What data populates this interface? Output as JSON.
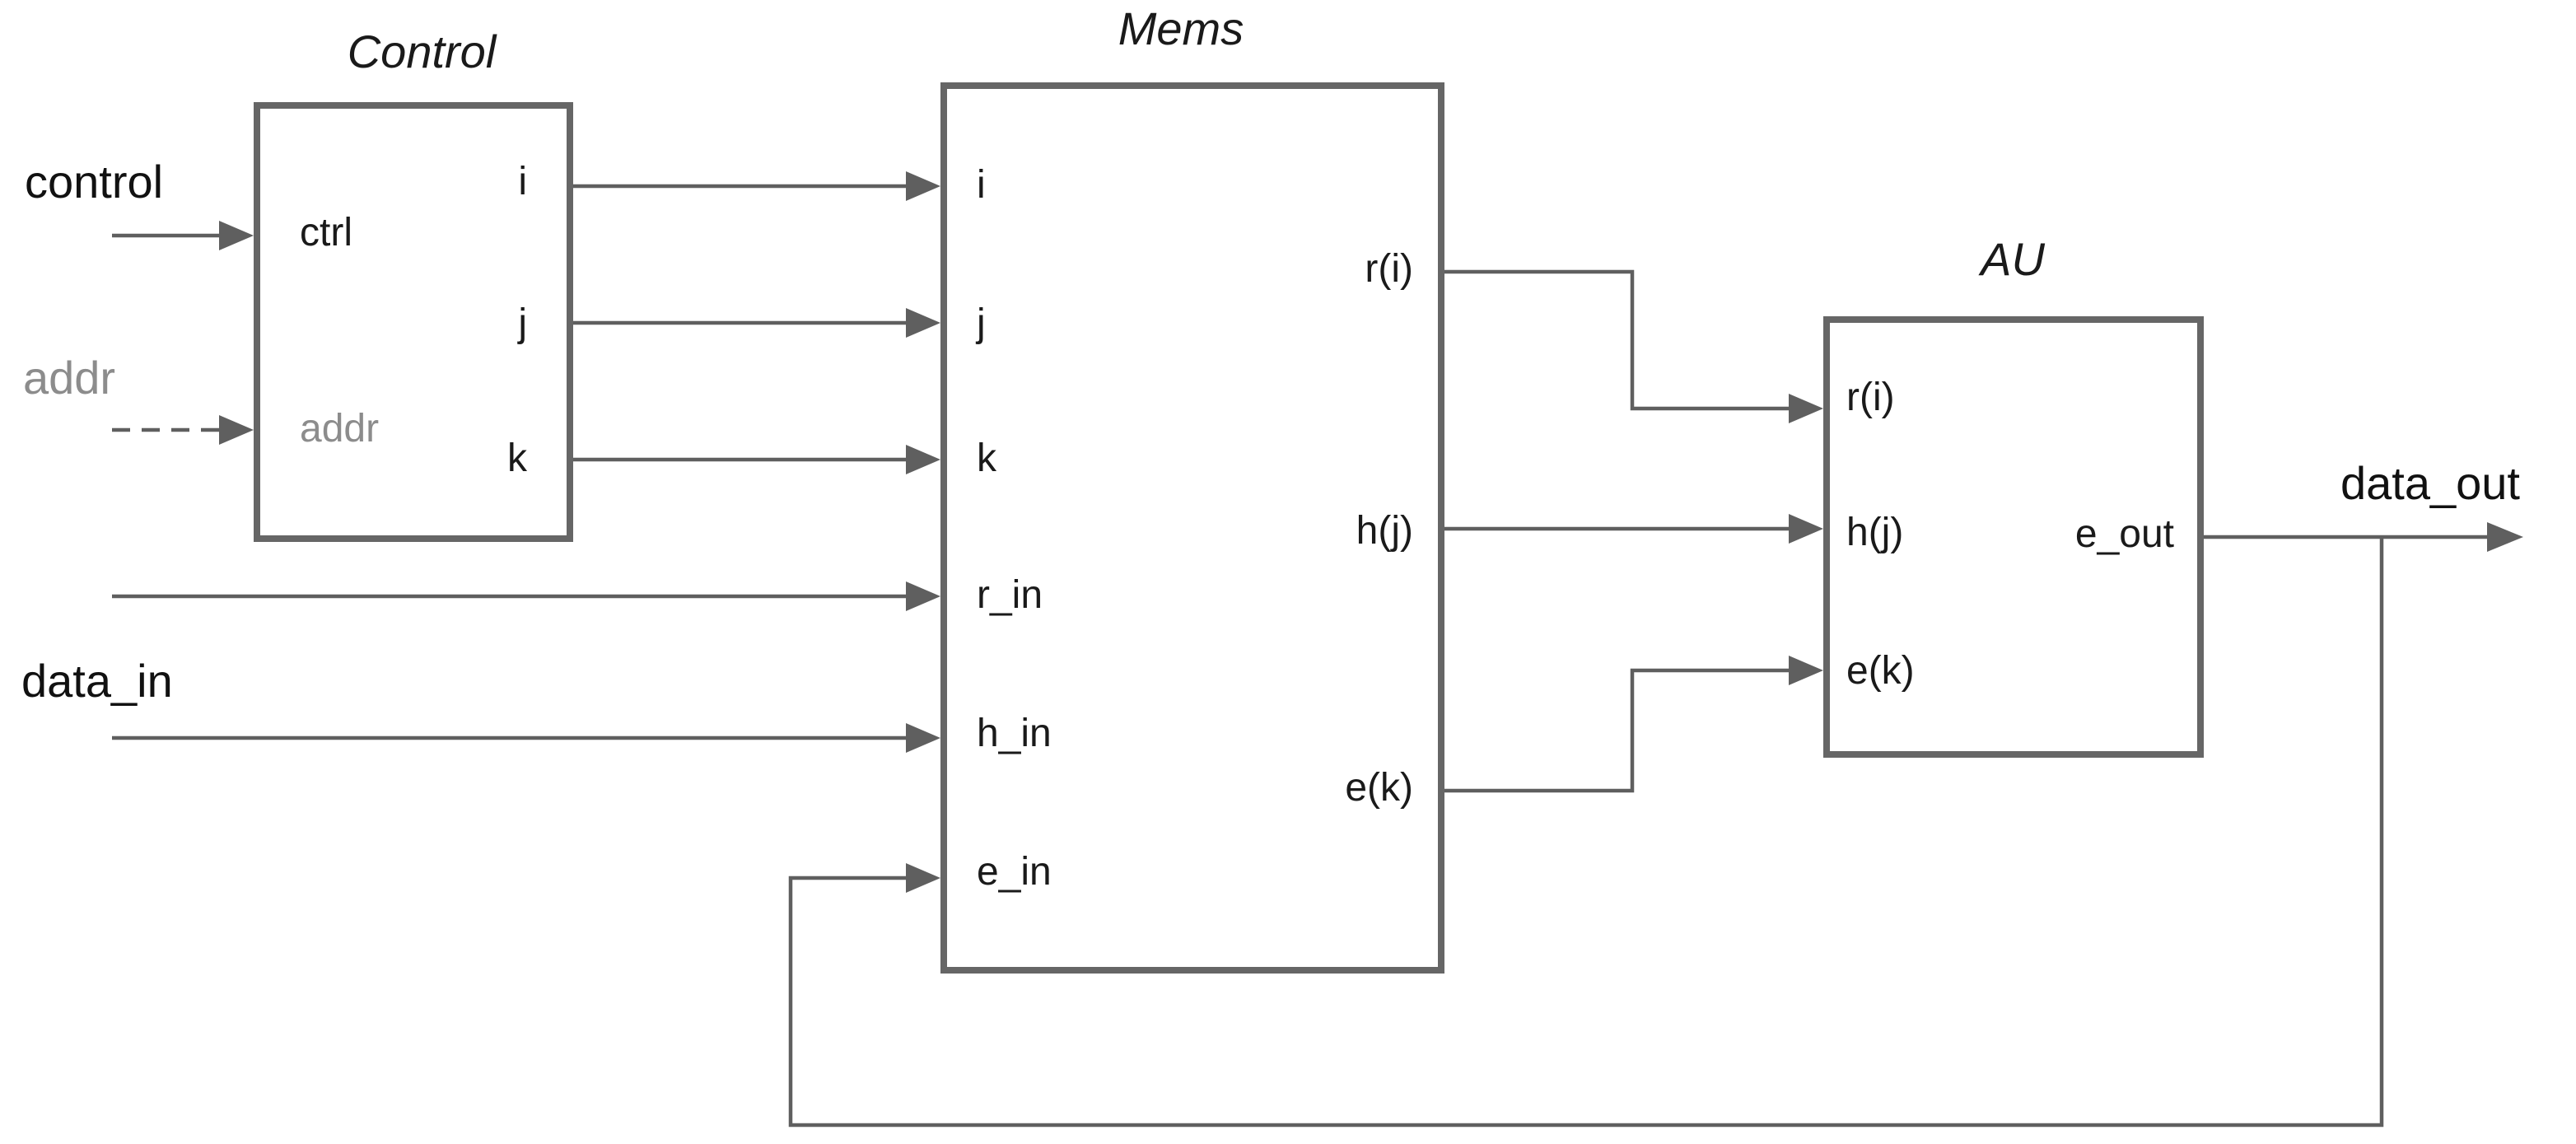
{
  "blocks": {
    "control": {
      "title": "Control",
      "ports_in": {
        "ctrl": "ctrl",
        "addr": "addr"
      },
      "ports_out": {
        "i": "i",
        "j": "j",
        "k": "k"
      }
    },
    "mems": {
      "title": "Mems",
      "ports_in": {
        "i": "i",
        "j": "j",
        "k": "k",
        "r_in": "r_in",
        "h_in": "h_in",
        "e_in": "e_in"
      },
      "ports_out": {
        "ri": "r(i)",
        "hj": "h(j)",
        "ek": "e(k)"
      }
    },
    "au": {
      "title": "AU",
      "ports_in": {
        "ri": "r(i)",
        "hj": "h(j)",
        "ek": "e(k)"
      },
      "ports_out": {
        "e_out": "e_out"
      }
    }
  },
  "signals": {
    "control": "control",
    "addr": "addr",
    "data_in": "data_in",
    "data_out": "data_out"
  },
  "colors": {
    "block_border": "#666666",
    "wire": "#5f5f5f",
    "text": "#1a1a1a",
    "muted_text": "#8c8c8c"
  }
}
